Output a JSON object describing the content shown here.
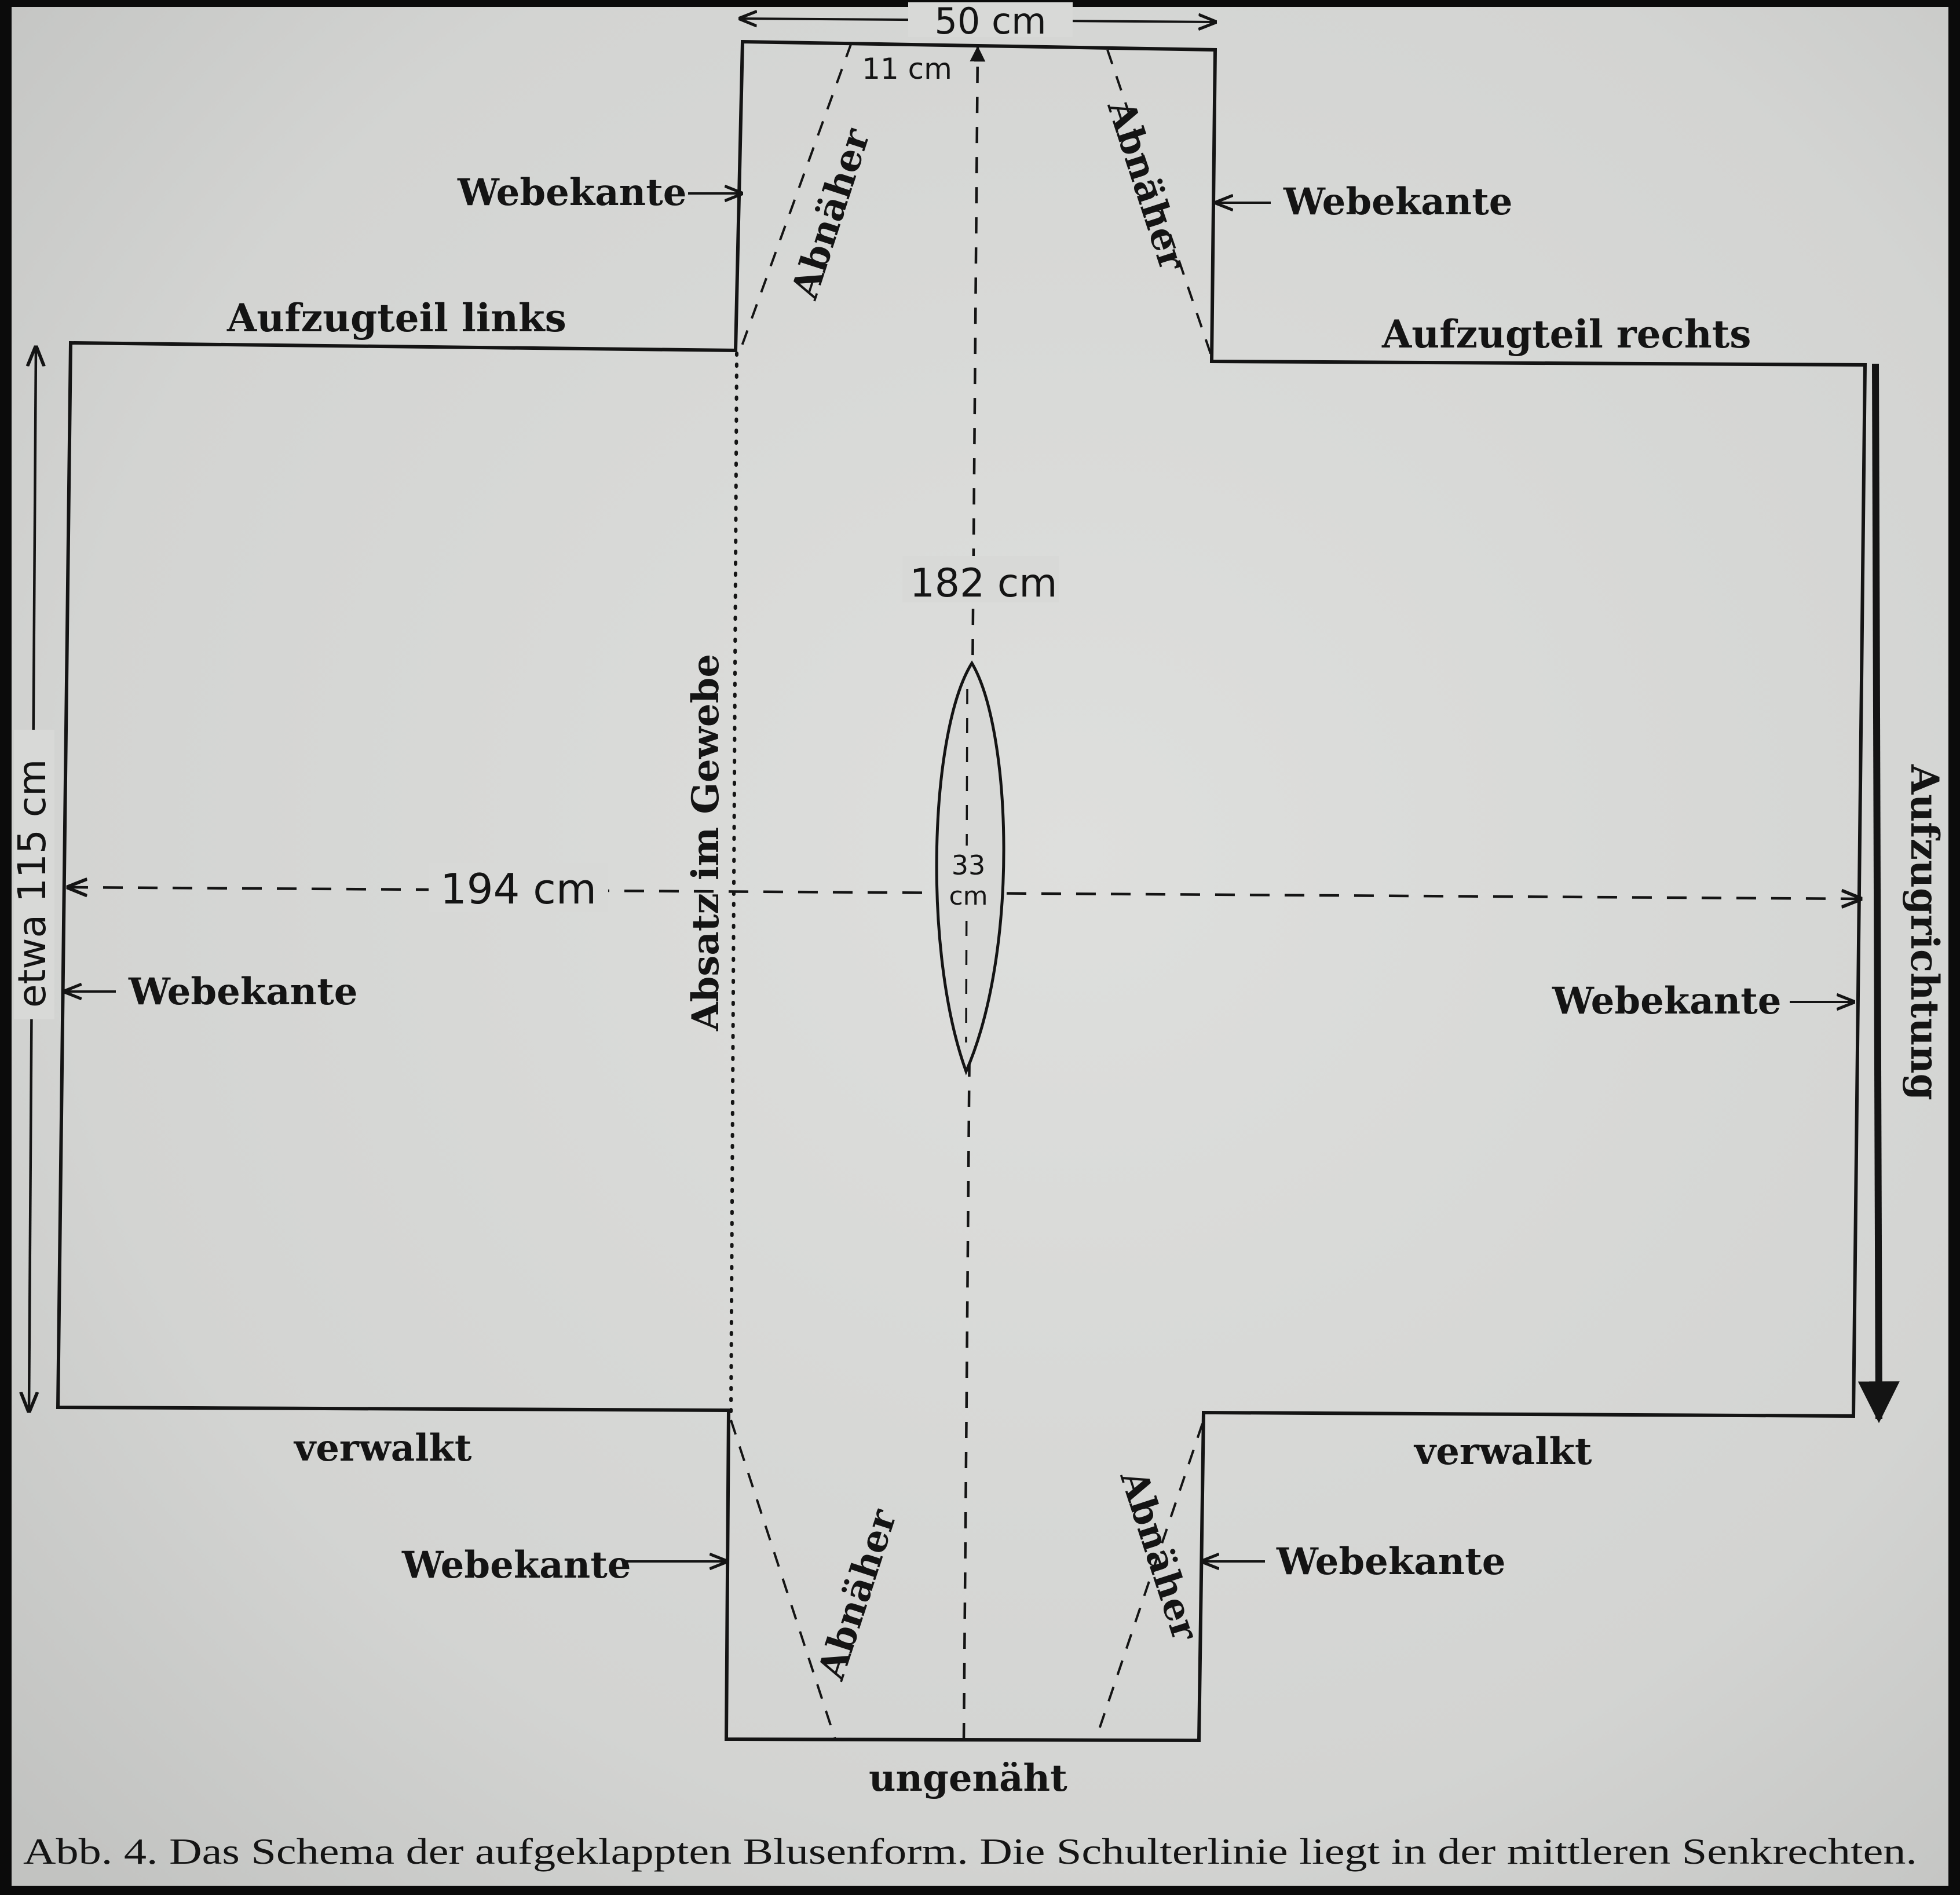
{
  "colors": {
    "ink": "#141414",
    "paper": "#d8d9d7",
    "frame": "#0b0b0b"
  },
  "labels": {
    "width_top": "50 cm",
    "neck_width": "11 cm",
    "sleeve_left": "Aufzugteil links",
    "sleeve_right": "Aufzugteil rechts",
    "selvedge": "Webekante",
    "dart": "Abnäher",
    "shoulder_length": "182 cm",
    "span": "194 cm",
    "slit": "33 cm",
    "slit_num": "33",
    "slit_unit": "cm",
    "height": "etwa 115 cm",
    "weave_shift": "Absatz im Gewebe",
    "warp_direction": "Aufzugrichtung",
    "fulled": "verwalkt",
    "unsewn": "ungenäht"
  },
  "caption": "Abb. 4. Das Schema der aufgeklappten Blusenform. Die Schulterlinie liegt in der mittleren Senkrechten."
}
